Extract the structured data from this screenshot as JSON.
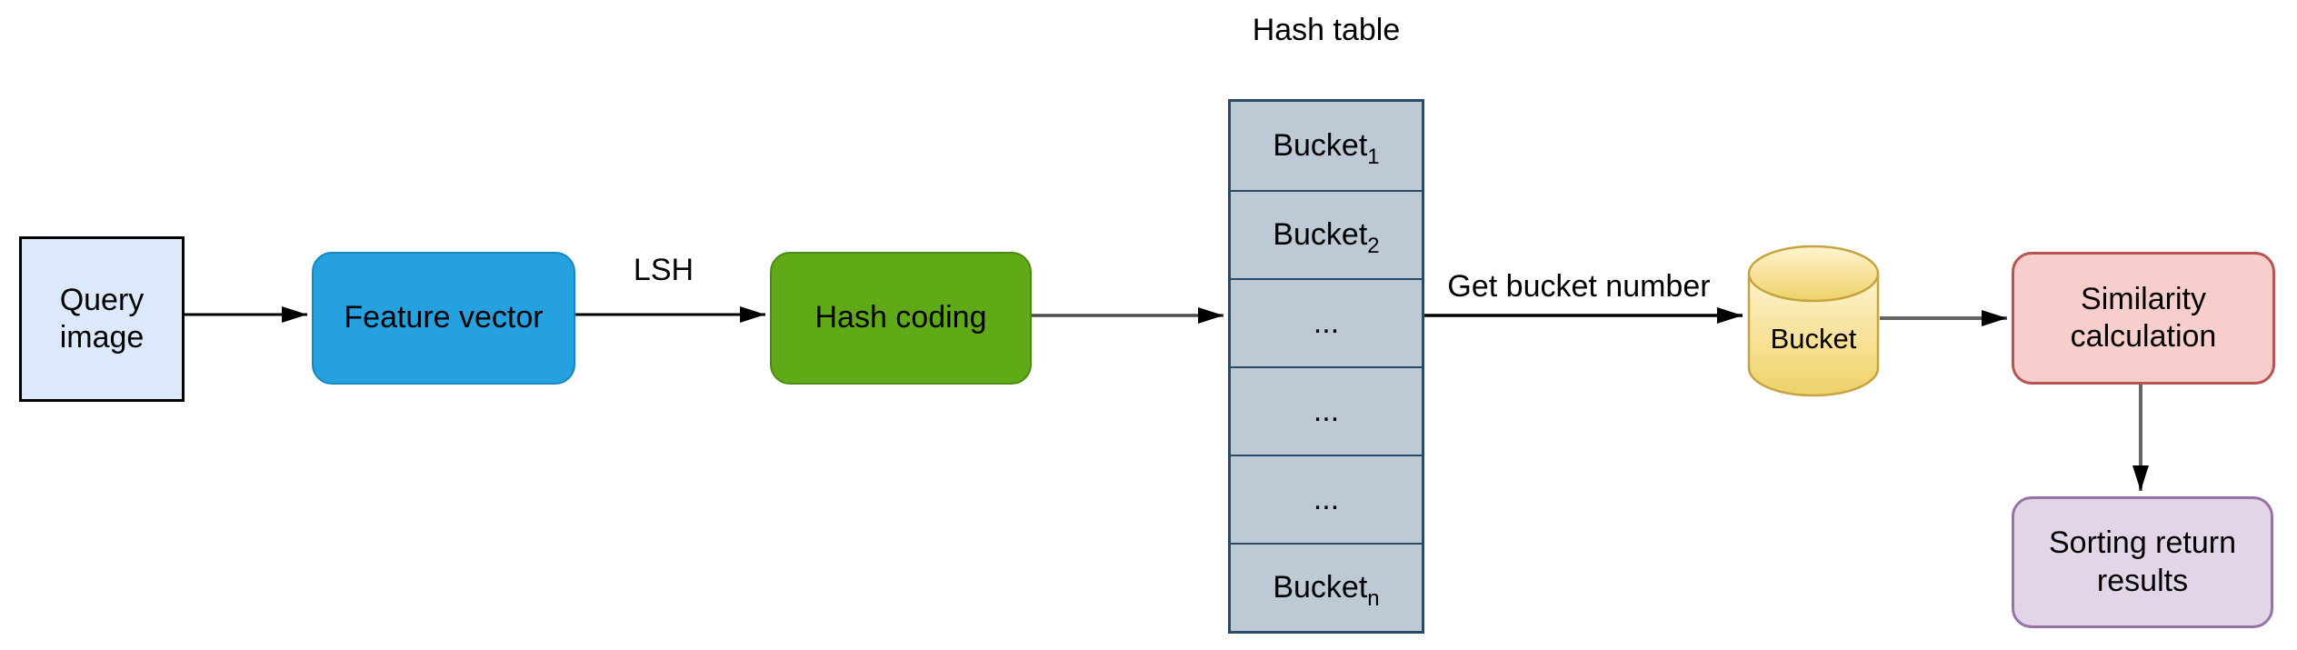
{
  "nodes": {
    "query_image": {
      "label": "Query image",
      "fill": "#dbe9fb",
      "stroke": "#000000"
    },
    "feature_vector": {
      "label": "Feature vector",
      "fill": "#24a1de",
      "stroke": "#1687be"
    },
    "hash_coding": {
      "label": "Hash coding",
      "fill": "#60a917",
      "stroke": "#4c8a12"
    },
    "bucket_cylinder": {
      "label": "Bucket",
      "fill_top": "#fff4ce",
      "fill_bottom": "#efd169",
      "stroke": "#c7a341"
    },
    "similarity_calculation": {
      "label": "Similarity calculation",
      "fill": "#f8cecc",
      "stroke": "#b85450"
    },
    "sorting_return_results": {
      "label": "Sorting return results",
      "fill": "#e1d5e7",
      "stroke": "#9673a6"
    }
  },
  "hash_table": {
    "title": "Hash table",
    "fill": "#bdcad5",
    "stroke": "#2b4a66",
    "rows": [
      {
        "text": "Bucket",
        "sub": "1"
      },
      {
        "text": "Bucket",
        "sub": "2"
      },
      {
        "text": "...",
        "sub": ""
      },
      {
        "text": "...",
        "sub": ""
      },
      {
        "text": "...",
        "sub": ""
      },
      {
        "text": "Bucket",
        "sub": "n"
      }
    ]
  },
  "edge_labels": {
    "lsh": "LSH",
    "get_bucket_number": "Get bucket number"
  },
  "colors": {
    "arrow_black": "#000000",
    "arrow_gray": "#666666",
    "background": "#ffffff"
  }
}
